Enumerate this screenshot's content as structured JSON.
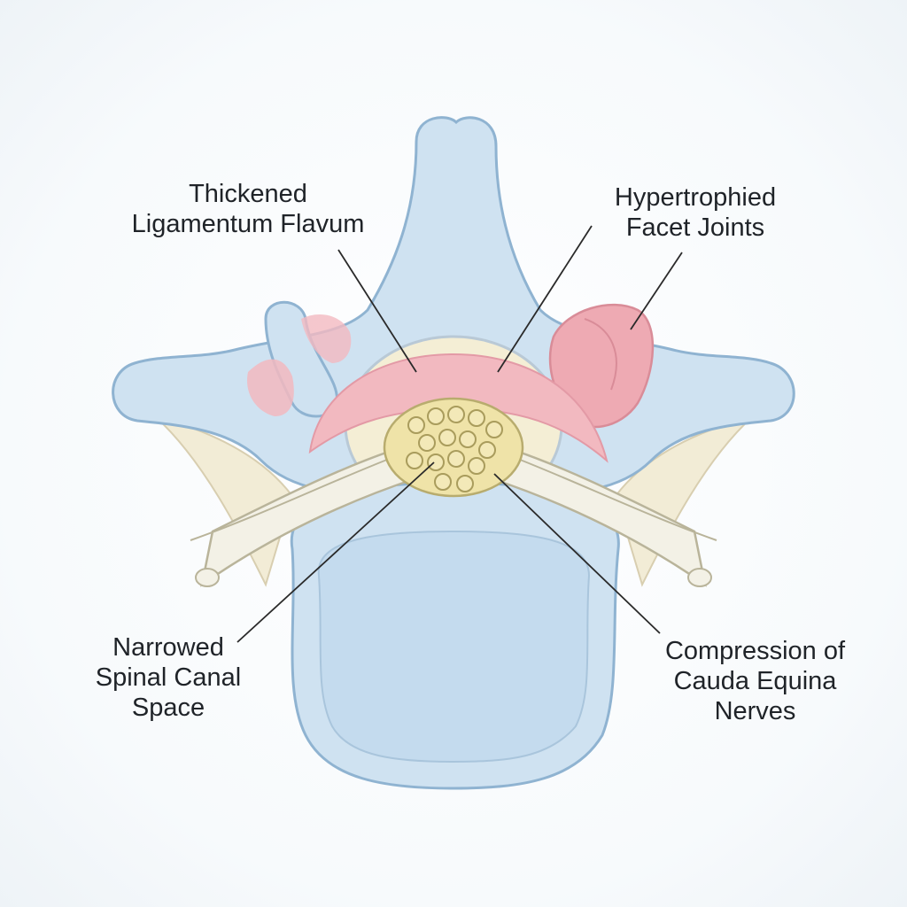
{
  "labels": {
    "thickened_ligamentum_flavum": [
      "Thickened",
      "Ligamentum Flavum"
    ],
    "hypertrophied_facet_joints": [
      "Hypertrophied",
      "Facet Joints"
    ],
    "narrowed_spinal_canal_space": [
      "Narrowed",
      "Spinal Canal",
      "Space"
    ],
    "compression_of_cauda_equina_nerves": [
      "Compression of",
      "Cauda Equina",
      "Nerves"
    ]
  },
  "colors": {
    "bone_fill": "#cfe2f1",
    "bone_outline": "#8fb3d1",
    "vertebral_body_fill": "#c9def0",
    "ligament_pink": "#f2b9c0",
    "facet_pink": "#eeaab3",
    "canal_cream": "#f4eed5",
    "nerve_yellow": "#efe3a8",
    "nerve_outline": "#b8ac6e",
    "nerve_root_fill": "#f3f1e6",
    "leader_line": "#2a2a2a",
    "text": "#1f2328"
  }
}
